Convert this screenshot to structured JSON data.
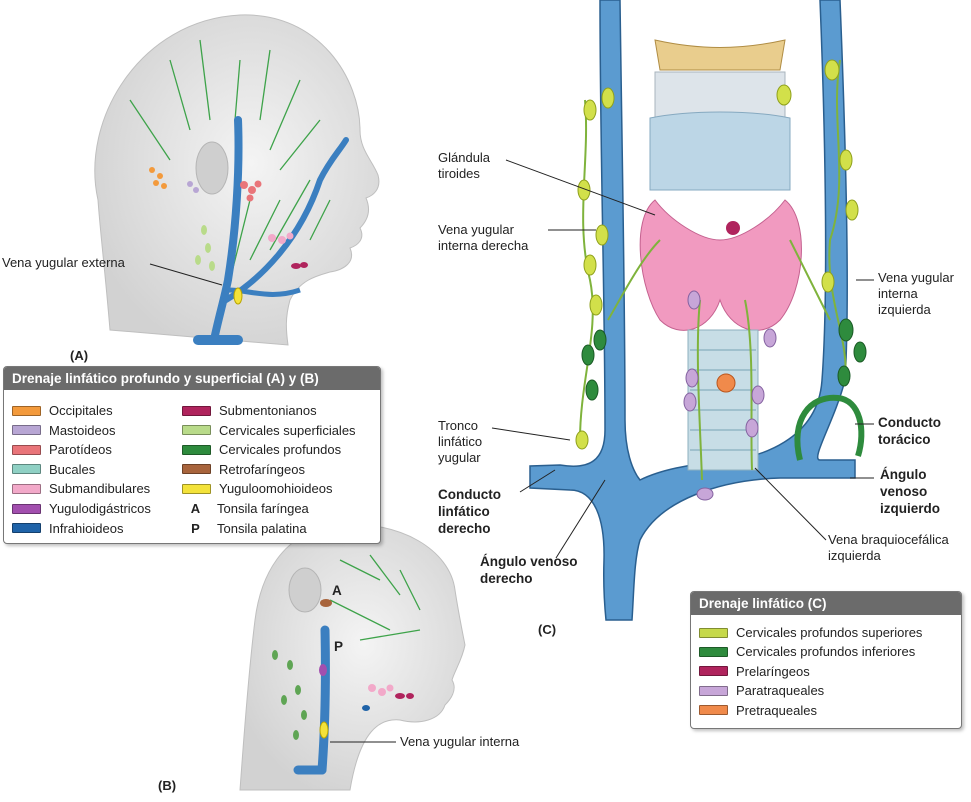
{
  "panel_labels": {
    "a": "(A)",
    "b": "(B)",
    "c": "(C)"
  },
  "labels": {
    "ext_jugular": "Vena yugular externa",
    "int_jugular_b": "Vena yugular interna",
    "thyroid": [
      "Glándula",
      "tiroides"
    ],
    "right_ij": [
      "Vena yugular",
      "interna derecha"
    ],
    "left_ij": [
      "Vena yugular",
      "interna",
      "izquierda"
    ],
    "jug_trunk": [
      "Tronco",
      "linfático",
      "yugular"
    ],
    "right_duct": [
      "Conducto",
      "linfático",
      "derecho"
    ],
    "thoracic_duct": [
      "Conducto",
      "torácico"
    ],
    "left_angle": [
      "Ángulo",
      "venoso",
      "izquierdo"
    ],
    "right_angle": [
      "Ángulo venoso",
      "derecho"
    ],
    "left_brachio": [
      "Vena braquiocefálica",
      "izquierda"
    ],
    "tonsil_a": "A",
    "tonsil_p": "P"
  },
  "legend1": {
    "title": "Drenaje linfático profundo y superficial (A) y (B)",
    "left": [
      {
        "label": "Occipitales",
        "color": "#f39a3c"
      },
      {
        "label": "Mastoideos",
        "color": "#b8a6d4"
      },
      {
        "label": "Parotídeos",
        "color": "#e9757a"
      },
      {
        "label": "Bucales",
        "color": "#8fd0c4"
      },
      {
        "label": "Submandibulares",
        "color": "#f2a9c9"
      },
      {
        "label": "Yugulodigástricos",
        "color": "#a24fae"
      },
      {
        "label": "Infrahioideos",
        "color": "#1f63a8"
      }
    ],
    "right": [
      {
        "label": "Submentonianos",
        "color": "#b0245d"
      },
      {
        "label": "Cervicales superficiales",
        "color": "#b9db8a"
      },
      {
        "label": "Cervicales profundos",
        "color": "#2e8b3d"
      },
      {
        "label": "Retrofaríngeos",
        "color": "#a8643c"
      },
      {
        "label": "Yuguloomohioideos",
        "color": "#f3e23a"
      },
      {
        "key": "A",
        "label": "Tonsila faríngea"
      },
      {
        "key": "P",
        "label": "Tonsila palatina"
      }
    ]
  },
  "legend2": {
    "title": "Drenaje linfático (C)",
    "items": [
      {
        "label": "Cervicales profundos superiores",
        "color": "#c6d94a"
      },
      {
        "label": "Cervicales profundos inferiores",
        "color": "#2e8b3d"
      },
      {
        "label": "Prelaríngeos",
        "color": "#b0245d"
      },
      {
        "label": "Paratraqueales",
        "color": "#c7a6d8"
      },
      {
        "label": "Pretraqueales",
        "color": "#f08a4b"
      }
    ]
  }
}
